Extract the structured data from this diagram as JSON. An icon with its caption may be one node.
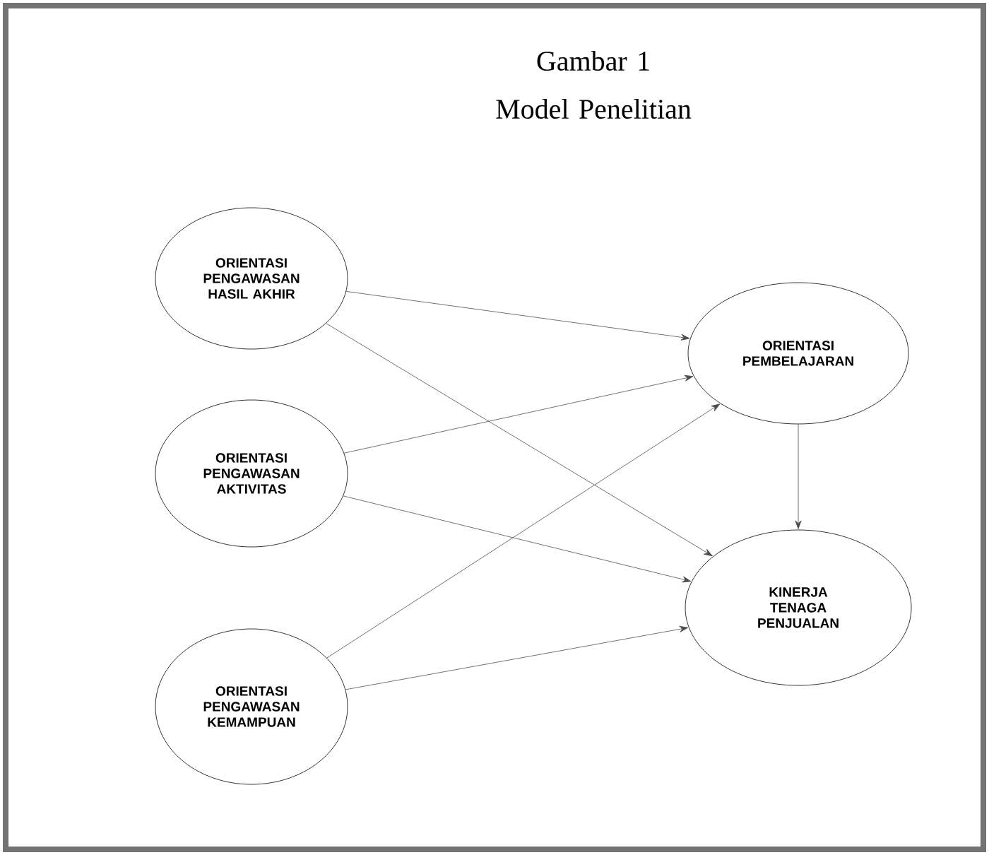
{
  "diagram": {
    "title": "Gambar 1 Model Penelitian",
    "nodes": [
      {
        "text": [
          "ORIENTASI PENGAWASAN HASIL AKHIR"
        ]
      },
      {
        "text": [
          "ORIENTASI PENGAWASAN AKTIVITAS"
        ]
      },
      {
        "text": [
          "ORIENTASI PENGAWASAN KEMAMPUAN"
        ]
      },
      {
        "text": [
          "ORIENTASI PEMBELAJARAN"
        ]
      },
      {
        "text": [
          "KINERJA TENAGA PENJUALAN"
        ]
      }
    ],
    "edges": [
      {
        "from": 0,
        "to": 3,
        "arrow": "to"
      },
      {
        "from": 0,
        "to": 4,
        "arrow": "to"
      },
      {
        "from": 1,
        "to": 3,
        "arrow": "to"
      },
      {
        "from": 1,
        "to": 4,
        "arrow": "to"
      },
      {
        "from": 2,
        "to": 3,
        "arrow": "to"
      },
      {
        "from": 2,
        "to": 4,
        "arrow": "to"
      },
      {
        "from": 3,
        "to": 4,
        "arrow": "to"
      }
    ]
  }
}
